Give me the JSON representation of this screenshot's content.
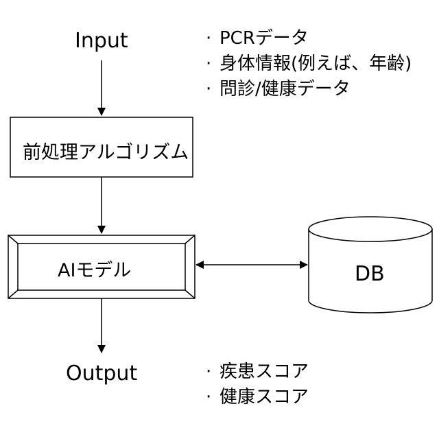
{
  "diagram": {
    "input_label": "Input",
    "output_label": "Output",
    "preprocess_label": "前処理アルゴリズム",
    "ai_model_label": "AIモデル",
    "db_label": "DB",
    "bullet": "·",
    "input_items": [
      "PCRデータ",
      "身体情報(例えば、年齢)",
      "問診/健康データ"
    ],
    "output_items": [
      "疾患スコア",
      "健康スコア"
    ]
  }
}
